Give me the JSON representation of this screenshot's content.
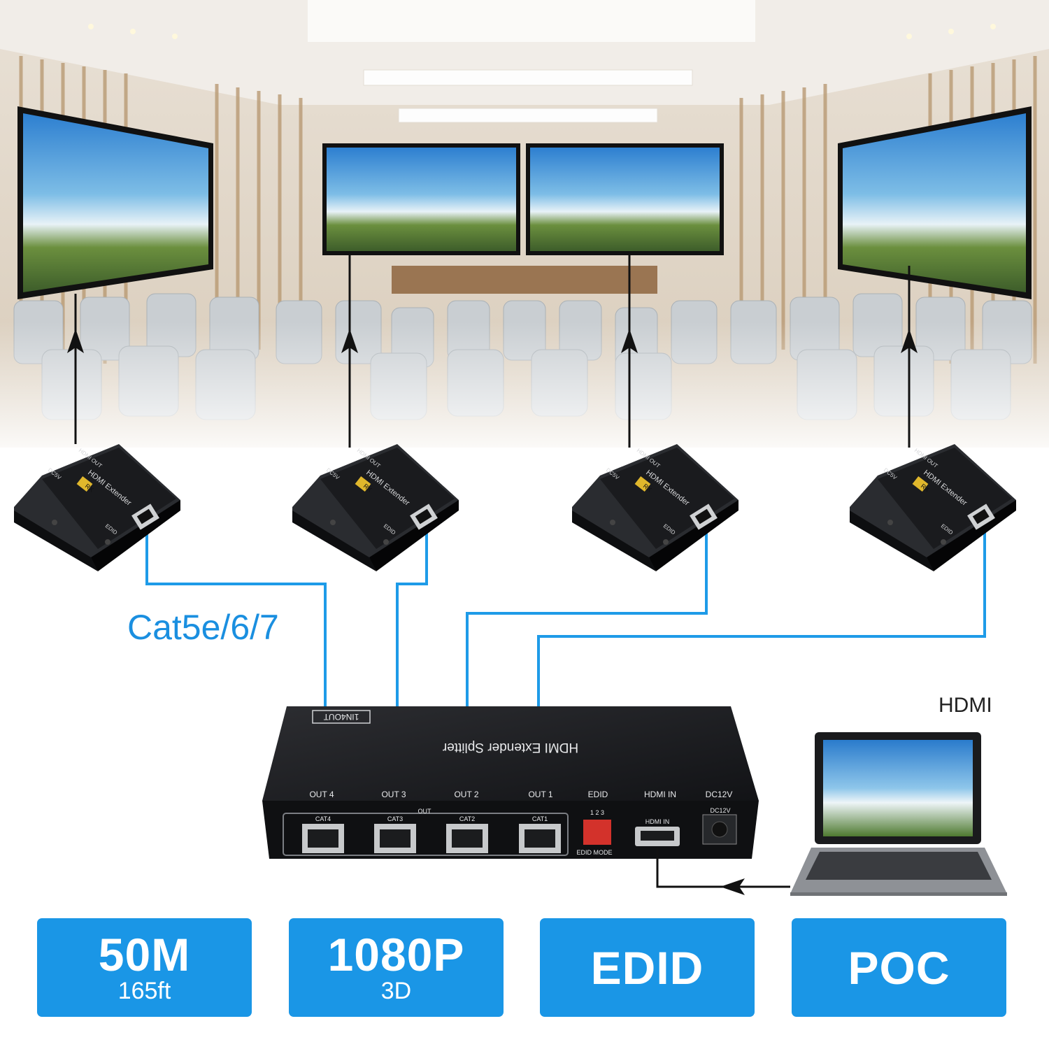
{
  "cable_label": "Cat5e/6/7",
  "source_label": "HDMI",
  "splitter": {
    "badge": "1IN4OUT",
    "title": "HDMI Extender Splitter",
    "top_ports": [
      "OUT 4",
      "OUT 3",
      "OUT 2",
      "OUT 1",
      "EDID",
      "HDMI IN",
      "DC12V"
    ],
    "front_ports": [
      "CAT4",
      "CAT3",
      "CAT2",
      "CAT1"
    ],
    "out_tag": "OUT",
    "edid_digits": "1 2 3",
    "edid_mode": "EDID MODE",
    "hdmi_in": "HDMI IN",
    "dc": "DC12V"
  },
  "receiver": {
    "name": "HDMI Extender",
    "tag": "RX",
    "hdmi_out": "HDMI OUT",
    "dc": "DC5V",
    "edid": "EDID"
  },
  "badges": [
    {
      "main": "50M",
      "sub": "165ft"
    },
    {
      "main": "1080P",
      "sub": "3D"
    },
    {
      "main": "EDID",
      "sub": ""
    },
    {
      "main": "POC",
      "sub": ""
    }
  ],
  "colors": {
    "cable": "#1e9be8",
    "badge": "#1a96e6",
    "device": "#16171a"
  }
}
